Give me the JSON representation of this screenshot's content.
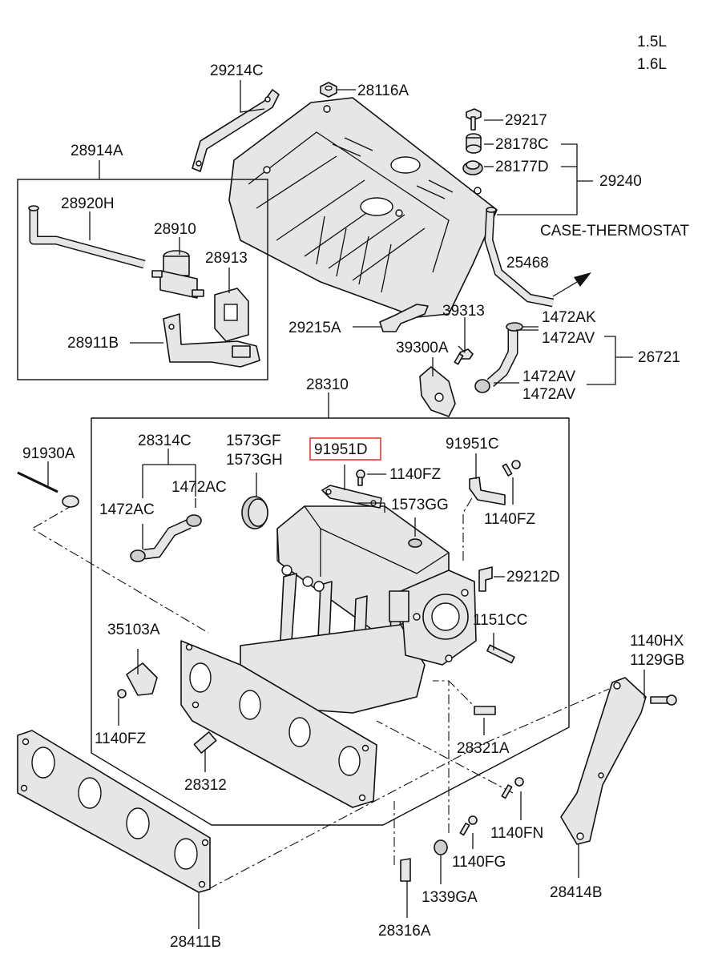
{
  "engine": {
    "line1": "1.5L",
    "line2": "1.6L"
  },
  "highlighted_part": "91951D",
  "labels": {
    "p29214C": "29214C",
    "p28116A": "28116A",
    "p29217": "29217",
    "p28178C": "28178C",
    "p28177D": "28177D",
    "p29240": "29240",
    "case_thermostat": "CASE-THERMOSTAT",
    "p25468": "25468",
    "p28914A": "28914A",
    "p28920H": "28920H",
    "p28910": "28910",
    "p28913": "28913",
    "p28911B": "28911B",
    "p29215A": "29215A",
    "p39313": "39313",
    "p39300A": "39300A",
    "p1472AK": "1472AK",
    "p1472AV_a": "1472AV",
    "p26721": "26721",
    "p1472AV_b": "1472AV",
    "p1472AV_c": "1472AV",
    "p28310": "28310",
    "p91930A": "91930A",
    "p28314C": "28314C",
    "p1573GF": "1573GF",
    "p1573GH": "1573GH",
    "p91951D": "91951D",
    "p91951C": "91951C",
    "p1140FZ_a": "1140FZ",
    "p1472AC_a": "1472AC",
    "p1472AC_b": "1472AC",
    "p1573GG": "1573GG",
    "p1140FZ_b": "1140FZ",
    "p29212D": "29212D",
    "p1151CC": "1151CC",
    "p35103A": "35103A",
    "p1140HX": "1140HX",
    "p1129GB": "1129GB",
    "p1140FZ_c": "1140FZ",
    "p28321A": "28321A",
    "p28312": "28312",
    "p1140FN": "1140FN",
    "p1140FG": "1140FG",
    "p1339GA": "1339GA",
    "p28414B": "28414B",
    "p28411B": "28411B",
    "p28316A": "28316A"
  }
}
